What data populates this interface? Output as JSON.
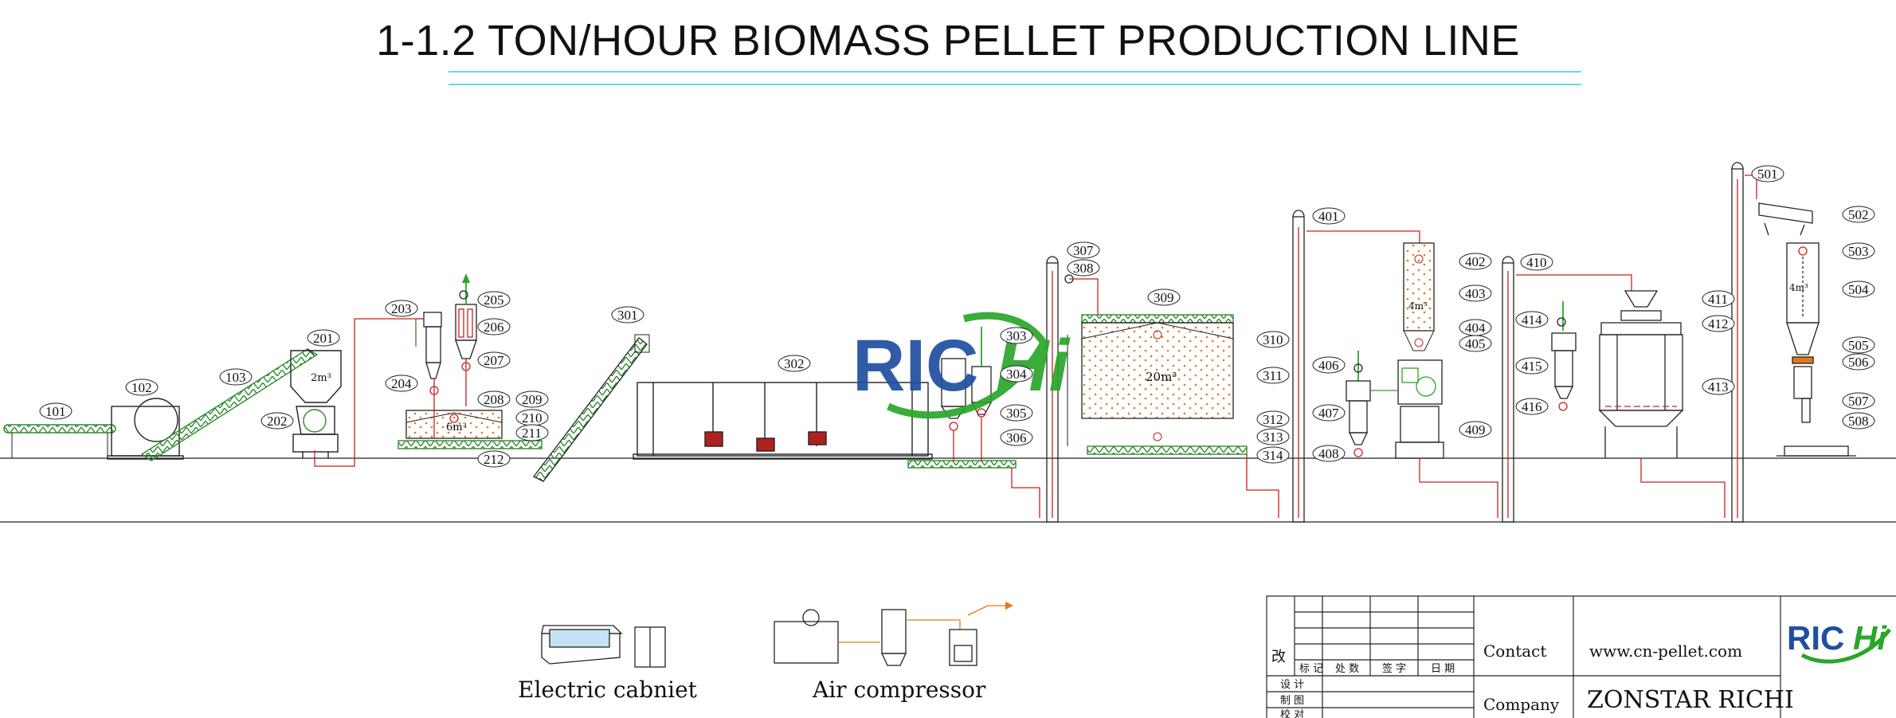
{
  "title": "1-1.2 TON/HOUR BIOMASS PELLET PRODUCTION LINE",
  "watermark": {
    "text_blue": "RIC",
    "text_green": "Hi"
  },
  "colors": {
    "brand_blue": "#1f4fa0",
    "brand_green": "#2aa52a",
    "pipe": "#cc1f1f",
    "conveyor": "#2e8b2e",
    "title_rule": "#35cfd0",
    "material": "#e07a1c"
  },
  "volumes": {
    "v201": "2m³",
    "v208": "6m³",
    "v309": "20m³",
    "v403": "4m³",
    "v504": "4m³"
  },
  "tags": {
    "t101": "101",
    "t102": "102",
    "t103": "103",
    "t201": "201",
    "t202": "202",
    "t203": "203",
    "t204": "204",
    "t205": "205",
    "t206": "206",
    "t207": "207",
    "t208": "208",
    "t209": "209",
    "t210": "210",
    "t211": "211",
    "t212": "212",
    "t301": "301",
    "t302": "302",
    "t303": "303",
    "t304": "304",
    "t305": "305",
    "t306": "306",
    "t307": "307",
    "t308": "308",
    "t309": "309",
    "t310": "310",
    "t311": "311",
    "t312": "312",
    "t313": "313",
    "t314": "314",
    "t401": "401",
    "t402": "402",
    "t403": "403",
    "t404": "404",
    "t405": "405",
    "t406": "406",
    "t407": "407",
    "t408": "408",
    "t409": "409",
    "t410": "410",
    "t411": "411",
    "t412": "412",
    "t413": "413",
    "t414": "414",
    "t415": "415",
    "t416": "416",
    "t501": "501",
    "t502": "502",
    "t503": "503",
    "t504": "504",
    "t505": "505",
    "t506": "506",
    "t507": "507",
    "t508": "508"
  },
  "legend": {
    "electric_cabinet": "Electric cabniet",
    "air_compressor": "Air compressor"
  },
  "title_block": {
    "revision_mark": "改",
    "header_cols": [
      "标 记",
      "处 数",
      "签 字",
      "日 期"
    ],
    "rows": [
      "设 计",
      "制 图",
      "校 对"
    ],
    "contact_label": "Contact",
    "contact_value": "www.cn-pellet.com",
    "company_label": "Company",
    "company_value": "ZONSTAR RICHI",
    "logo_blue": "RIC",
    "logo_green": "Hi"
  }
}
